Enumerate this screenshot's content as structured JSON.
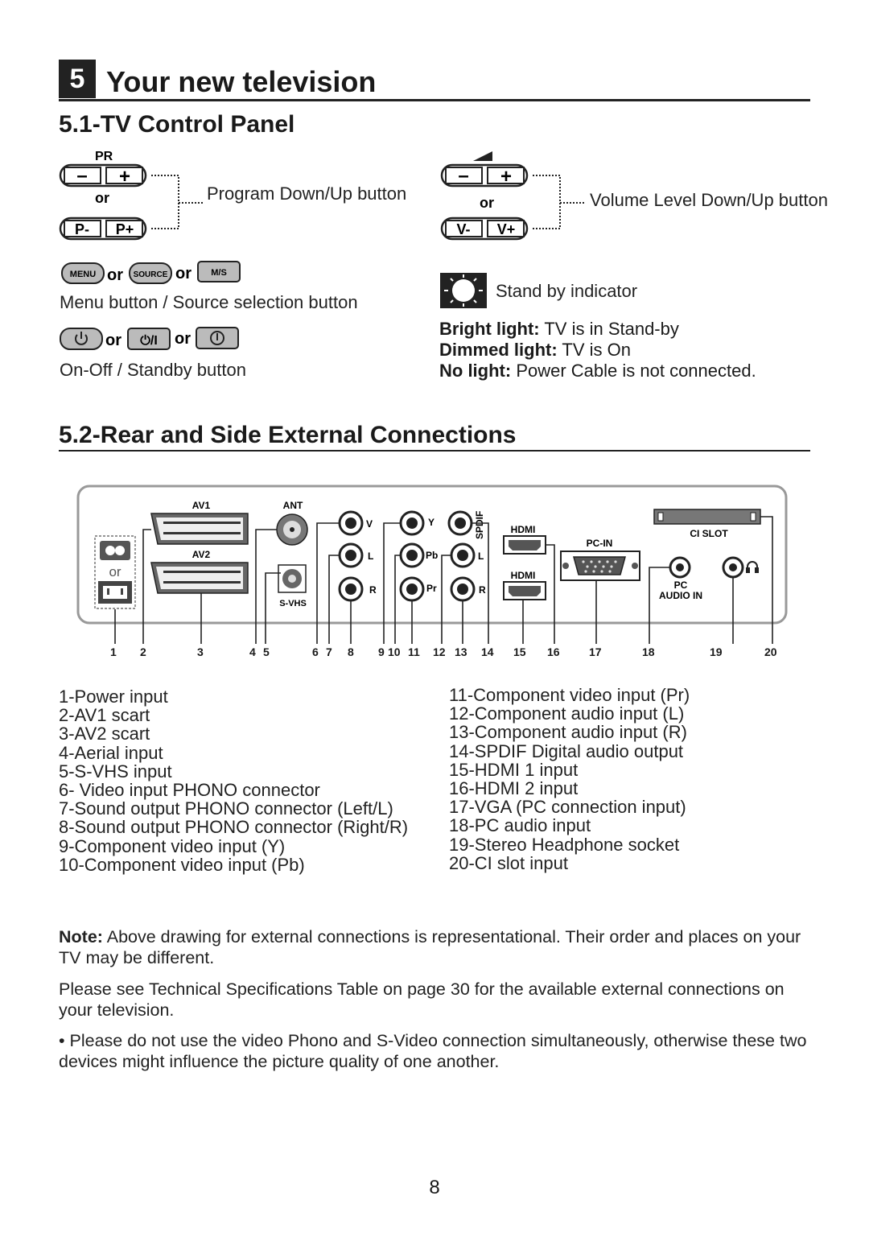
{
  "chapter": {
    "number": "5",
    "title": "Your new television"
  },
  "section1": {
    "title": "5.1-TV Control Panel",
    "program": {
      "top_label": "PR",
      "or": "or",
      "alt_minus": "P-",
      "alt_plus": "P+",
      "label": "Program Down/Up button"
    },
    "volume": {
      "or": "or",
      "alt_minus": "V-",
      "alt_plus": "V+",
      "label": "Volume Level Down/Up button"
    },
    "menu": {
      "btn1": "MENU",
      "or1": "or",
      "btn2": "SOURCE",
      "or2": "or",
      "btn3": "M/S",
      "label": "Menu button / Source selection button"
    },
    "power": {
      "or1": "or",
      "btn2": "⏻/I",
      "or2": "or",
      "label": "On-Off / Standby button"
    },
    "standby": {
      "label": "Stand by indicator",
      "lines": [
        {
          "bold": "Bright light:",
          "text": " TV is in Stand-by"
        },
        {
          "bold": "Dimmed light:",
          "text": " TV is On"
        },
        {
          "bold": "No light:",
          "text": " Power Cable is not connected."
        }
      ]
    }
  },
  "section2": {
    "title": "5.2-Rear and Side External Connections",
    "panel": {
      "av1": "AV1",
      "av2": "AV2",
      "ant": "ANT",
      "svhs": "S-VHS",
      "or": "or",
      "v": "V",
      "l": "L",
      "r": "R",
      "y": "Y",
      "pb": "Pb",
      "pr": "Pr",
      "spdif": "SPDIF",
      "l2": "L",
      "r2": "R",
      "hdmi1": "HDMI",
      "hdmi2": "HDMI",
      "pcin": "PC-IN",
      "cislot": "CI SLOT",
      "pcaudio1": "PC",
      "pcaudio2": "AUDIO IN"
    },
    "numbers": [
      "1",
      "2",
      "3",
      "4",
      "5",
      "6",
      "7",
      "8",
      "9",
      "10",
      "11",
      "12",
      "13",
      "14",
      "15",
      "16",
      "17",
      "18",
      "19",
      "20"
    ],
    "list_left": [
      "1-Power input",
      "2-AV1 scart",
      "3-AV2 scart",
      "4-Aerial input",
      "5-S-VHS input",
      "6- Video input PHONO connector",
      "7-Sound output PHONO connector (Left/L)",
      "8-Sound output PHONO connector (Right/R)",
      "9-Component video input (Y)",
      "10-Component video input (Pb)"
    ],
    "list_right": [
      "11-Component video input (Pr)",
      "12-Component audio input (L)",
      "13-Component audio input (R)",
      "14-SPDIF Digital audio output",
      "15-HDMI 1 input",
      "16-HDMI 2 input",
      "17-VGA (PC connection input)",
      "18-PC audio input",
      "19-Stereo Headphone socket",
      "20-CI slot input"
    ]
  },
  "notes": {
    "note_bold": "Note:",
    "note_text": " Above drawing for external connections is representational. Their order and places on your TV may be different.",
    "para2": "Please see Technical Specifications Table on page 30 for the available external connections on your television.",
    "para3": "• Please do not use the video Phono and S-Video connection simultaneously, otherwise these two devices might influence the picture quality of one another."
  },
  "page_number": "8"
}
